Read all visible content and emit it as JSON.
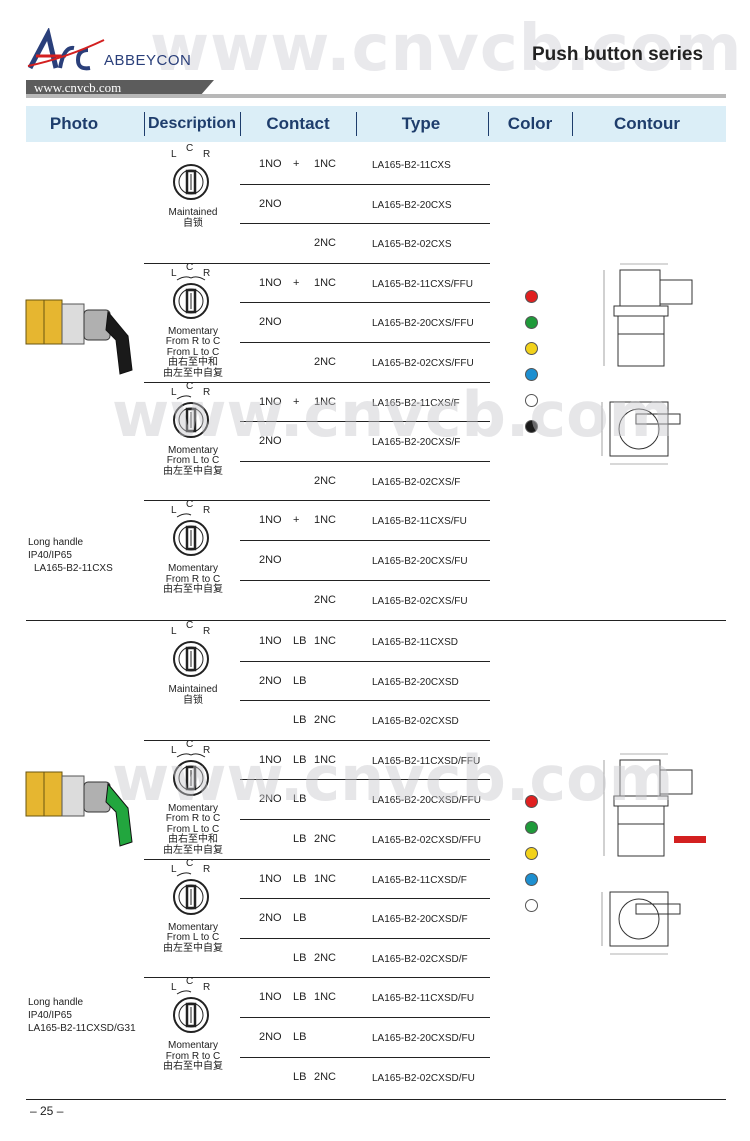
{
  "header": {
    "brand": "ABBEYCON",
    "url": "www.cnvcb.com",
    "watermark": "www.cnvcb.com",
    "series_title": "Push button series"
  },
  "columns": [
    "Photo",
    "Description",
    "Contact",
    "Type",
    "Color",
    "Contour"
  ],
  "colors": {
    "header_bg": "#dbeef7",
    "header_text": "#1e3d6c",
    "red": "#e02020",
    "green": "#1f9a3a",
    "yellow": "#f2d21b",
    "blue": "#1d8fd0",
    "white": "#ffffff",
    "black": "#1a1a1a"
  },
  "symbol": {
    "L": "L",
    "C": "C",
    "R": "R"
  },
  "sections": [
    {
      "left_label": [
        "Long handle",
        "IP40/IP65",
        "LA165-B2-11CXS"
      ],
      "groups": [
        {
          "desc": [
            "Maintained",
            "自锁"
          ],
          "rows": [
            {
              "c1": "1NO",
              "c2": "+",
              "c3": "1NC",
              "type": "LA165-B2-11CXS"
            },
            {
              "c1": "2NO",
              "c2": "",
              "c3": "",
              "type": "LA165-B2-20CXS"
            },
            {
              "c1": "",
              "c2": "",
              "c3": "2NC",
              "type": "LA165-B2-02CXS"
            }
          ]
        },
        {
          "desc": [
            "Momentary",
            "From R to C",
            "From L to C",
            "由右至中和",
            "由左至中自复"
          ],
          "rows": [
            {
              "c1": "1NO",
              "c2": "+",
              "c3": "1NC",
              "type": "LA165-B2-11CXS/FFU"
            },
            {
              "c1": "2NO",
              "c2": "",
              "c3": "",
              "type": "LA165-B2-20CXS/FFU"
            },
            {
              "c1": "",
              "c2": "",
              "c3": "2NC",
              "type": "LA165-B2-02CXS/FFU"
            }
          ]
        },
        {
          "desc": [
            "Momentary",
            "From L to C",
            "由左至中自复"
          ],
          "rows": [
            {
              "c1": "1NO",
              "c2": "+",
              "c3": "1NC",
              "type": "LA165-B2-11CXS/F"
            },
            {
              "c1": "2NO",
              "c2": "",
              "c3": "",
              "type": "LA165-B2-20CXS/F"
            },
            {
              "c1": "",
              "c2": "",
              "c3": "2NC",
              "type": "LA165-B2-02CXS/F"
            }
          ]
        },
        {
          "desc": [
            "Momentary",
            "From R to C",
            "由右至中自复"
          ],
          "rows": [
            {
              "c1": "1NO",
              "c2": "+",
              "c3": "1NC",
              "type": "LA165-B2-11CXS/FU"
            },
            {
              "c1": "2NO",
              "c2": "",
              "c3": "",
              "type": "LA165-B2-20CXS/FU"
            },
            {
              "c1": "",
              "c2": "",
              "c3": "2NC",
              "type": "LA165-B2-02CXS/FU"
            }
          ]
        }
      ],
      "dots": [
        "red",
        "green",
        "yellow",
        "blue",
        "white",
        "black"
      ]
    },
    {
      "left_label": [
        "Long handle",
        "IP40/IP65",
        "LA165-B2-11CXSD/G31"
      ],
      "groups": [
        {
          "desc": [
            "Maintained",
            "自锁"
          ],
          "rows": [
            {
              "c1": "1NO",
              "c2": "LB",
              "c3": "1NC",
              "type": "LA165-B2-11CXSD"
            },
            {
              "c1": "2NO",
              "c2": "LB",
              "c3": "",
              "type": "LA165-B2-20CXSD"
            },
            {
              "c1": "",
              "c2": "LB",
              "c3": "2NC",
              "type": "LA165-B2-02CXSD"
            }
          ]
        },
        {
          "desc": [
            "Momentary",
            "From R to C",
            "From L to C",
            "由右至中和",
            "由左至中自复"
          ],
          "rows": [
            {
              "c1": "1NO",
              "c2": "LB",
              "c3": "1NC",
              "type": "LA165-B2-11CXSD/FFU"
            },
            {
              "c1": "2NO",
              "c2": "LB",
              "c3": "",
              "type": "LA165-B2-20CXSD/FFU"
            },
            {
              "c1": "",
              "c2": "LB",
              "c3": "2NC",
              "type": "LA165-B2-02CXSD/FFU"
            }
          ]
        },
        {
          "desc": [
            "Momentary",
            "From L to C",
            "由左至中自复"
          ],
          "rows": [
            {
              "c1": "1NO",
              "c2": "LB",
              "c3": "1NC",
              "type": "LA165-B2-11CXSD/F"
            },
            {
              "c1": "2NO",
              "c2": "LB",
              "c3": "",
              "type": "LA165-B2-20CXSD/F"
            },
            {
              "c1": "",
              "c2": "LB",
              "c3": "2NC",
              "type": "LA165-B2-02CXSD/F"
            }
          ]
        },
        {
          "desc": [
            "Momentary",
            "From R to C",
            "由右至中自复"
          ],
          "rows": [
            {
              "c1": "1NO",
              "c2": "LB",
              "c3": "1NC",
              "type": "LA165-B2-11CXSD/FU"
            },
            {
              "c1": "2NO",
              "c2": "LB",
              "c3": "",
              "type": "LA165-B2-20CXSD/FU"
            },
            {
              "c1": "",
              "c2": "LB",
              "c3": "2NC",
              "type": "LA165-B2-02CXSD/FU"
            }
          ]
        }
      ],
      "dots": [
        "red",
        "green",
        "yellow",
        "blue",
        "white"
      ]
    }
  ],
  "page_number": "– 25 –"
}
